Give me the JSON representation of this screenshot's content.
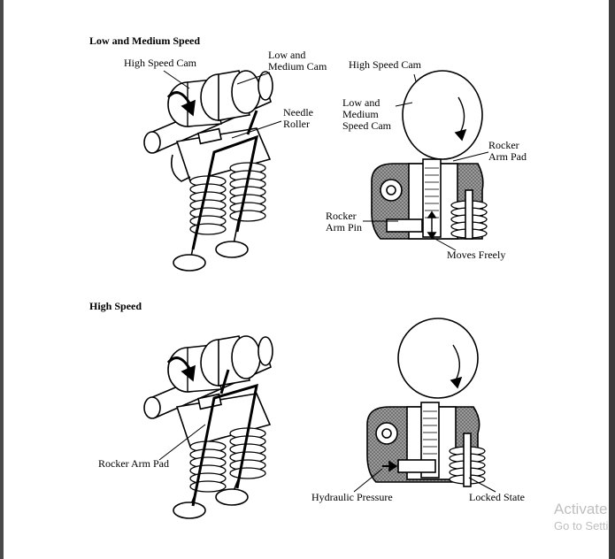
{
  "sections": {
    "top": {
      "heading": "Low and Medium Speed"
    },
    "bottom": {
      "heading": "High Speed"
    }
  },
  "labels": {
    "high_speed_cam_left": "High Speed Cam",
    "low_medium_cam": "Low and\nMedium Cam",
    "needle_roller": "Needle\nRoller",
    "high_speed_cam_right": "High Speed Cam",
    "low_medium_speed_cam": "Low and\nMedium\nSpeed Cam",
    "rocker_arm_pad_top": "Rocker\nArm Pad",
    "rocker_arm_pin": "Rocker\nArm Pin",
    "moves_freely": "Moves Freely",
    "rocker_arm_pad_bottom": "Rocker Arm Pad",
    "hydraulic_pressure": "Hydraulic Pressure",
    "locked_state": "Locked State"
  },
  "watermark": {
    "line1": "Activate",
    "line2": "Go to Settings"
  }
}
